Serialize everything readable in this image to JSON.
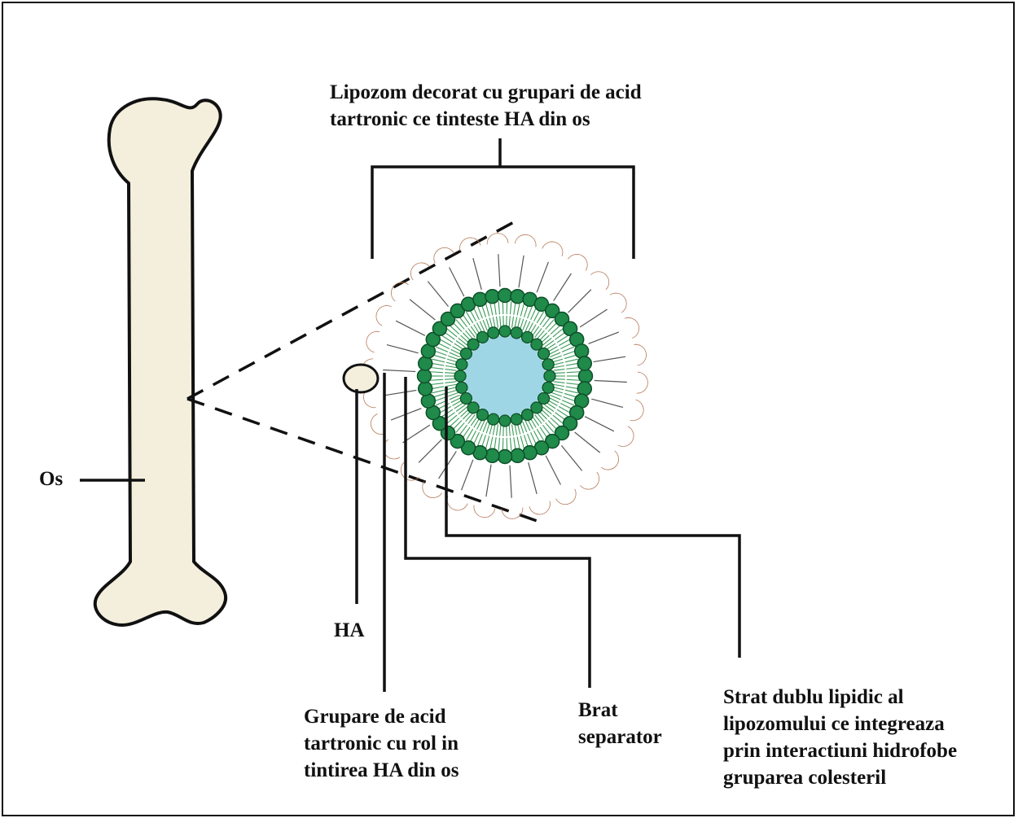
{
  "labels": {
    "liposome_title": [
      "Lipozom decorat cu grupari de acid",
      "tartronic ce tinteste HA din os"
    ],
    "bone": "Os",
    "ha": "HA",
    "tartronic_group": [
      "Grupare de acid",
      "tartronic cu rol in",
      "tintirea HA din os"
    ],
    "spacer_arm": [
      "Brat",
      "separator"
    ],
    "bilayer": [
      "Strat dublu lipidic al",
      "lipozomului ce integreaza",
      "prin interactiuni hidrofobe",
      "gruparea colesteril"
    ]
  },
  "colors": {
    "bone_fill": "#f3efdc",
    "outline": "#111111",
    "lipid_head": "#1f8a4a",
    "lipid_head_stroke": "#0d4f27",
    "lipid_tail": "#3a9a58",
    "core": "#9fd6e6",
    "tartronic": "#f2b896",
    "ha_fill": "#f3efdc"
  },
  "icons": {
    "bone": "femur-bone-icon",
    "liposome": "liposome-icon",
    "ha_particle": "hydroxyapatite-particle-icon",
    "tartronic_group": "crescent-ligand-icon"
  }
}
